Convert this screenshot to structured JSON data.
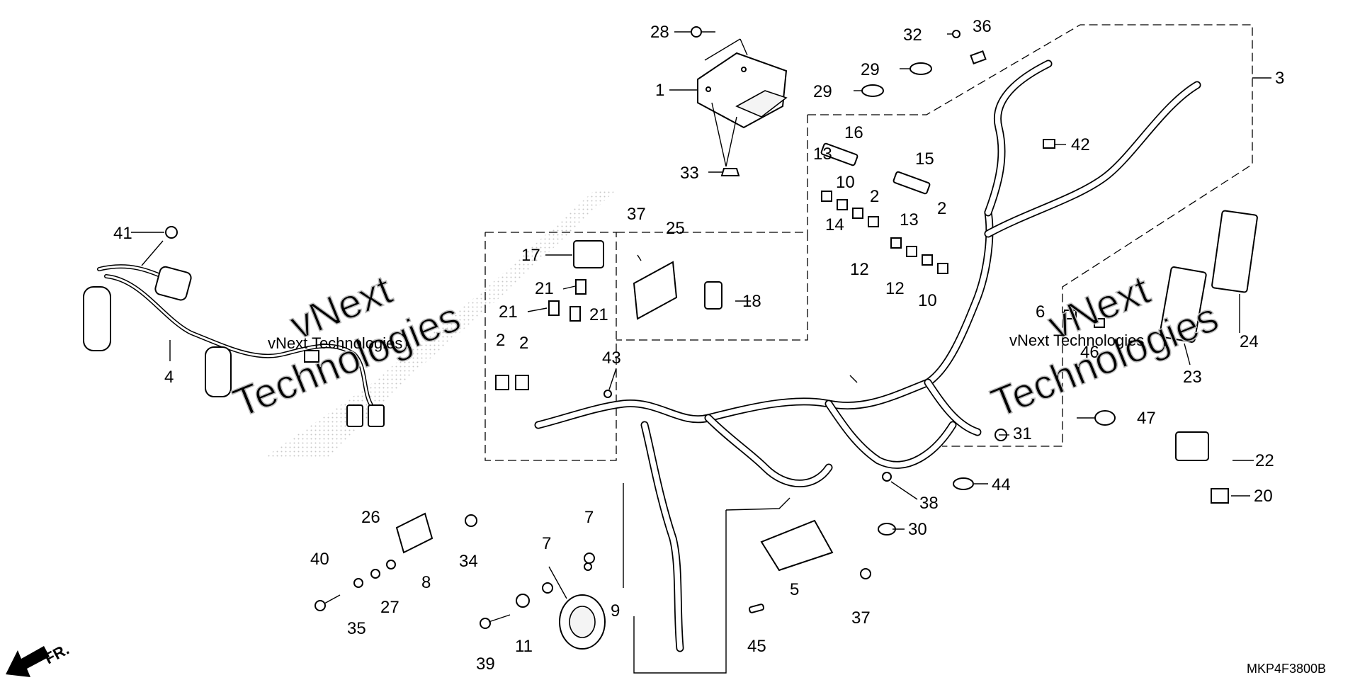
{
  "diagram": {
    "drawing_code": "MKP4F3800B",
    "direction_label": "FR.",
    "watermark": {
      "line1": "vNext",
      "line2": "Technologies",
      "caption": "vNext Technologies"
    },
    "callouts": {
      "c1": "1",
      "c2a": "2",
      "c2b": "2",
      "c2c": "2",
      "c2d": "2",
      "c3": "3",
      "c4": "4",
      "c5": "5",
      "c6": "6",
      "c7a": "7",
      "c7b": "7",
      "c8": "8",
      "c9": "9",
      "c10a": "10",
      "c10b": "10",
      "c11": "11",
      "c12a": "12",
      "c12b": "12",
      "c13a": "13",
      "c13b": "13",
      "c14": "14",
      "c15": "15",
      "c16": "16",
      "c17": "17",
      "c18": "18",
      "c20": "20",
      "c21a": "21",
      "c21b": "21",
      "c21c": "21",
      "c22": "22",
      "c23": "23",
      "c24": "24",
      "c25": "25",
      "c26": "26",
      "c27": "27",
      "c28": "28",
      "c29a": "29",
      "c29b": "29",
      "c30": "30",
      "c31": "31",
      "c32": "32",
      "c33": "33",
      "c34": "34",
      "c35": "35",
      "c36": "36",
      "c37a": "37",
      "c37b": "37",
      "c38": "38",
      "c39": "39",
      "c40": "40",
      "c41": "41",
      "c42": "42",
      "c43": "43",
      "c44": "44",
      "c45": "45",
      "c46": "46",
      "c47": "47"
    }
  }
}
